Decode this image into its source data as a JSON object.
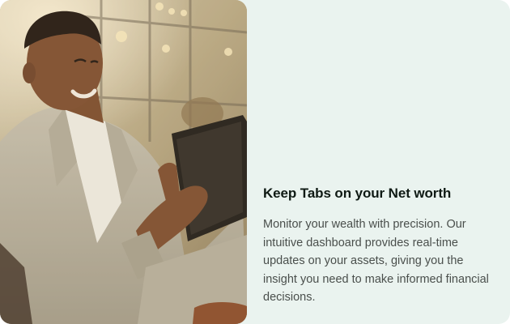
{
  "feature": {
    "title": "Keep Tabs on your Net worth",
    "description": "Monitor your wealth with precision. Our intuitive dashboard provides real-time updates on your assets, giving you the insight you need to make informed financial decisions."
  },
  "photo": {
    "alt": "Smiling man in a grey suit using a tablet"
  },
  "colors": {
    "card_background": "#eaf3ef",
    "heading": "#0f1a14",
    "body_text": "#4a4f4c"
  }
}
